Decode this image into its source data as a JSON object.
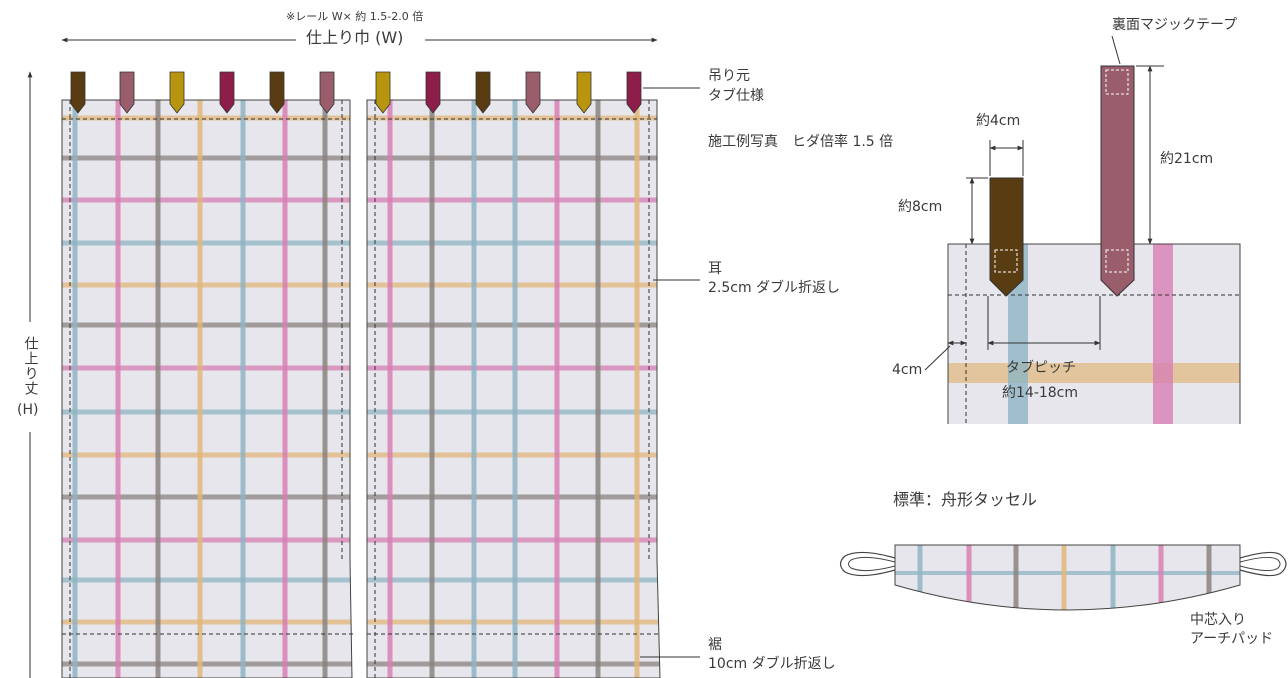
{
  "width_note": "※レール W× 約 1.5-2.0 倍",
  "width_label": "仕上り巾 (W)",
  "height_label": "仕上り丈",
  "height_sub": "(H)",
  "callouts": {
    "tab_title": "吊り元",
    "tab_sub": "タブ仕様",
    "photo_note": "施工例写真　ヒダ倍率 1.5 倍",
    "ear_title": "耳",
    "ear_sub": "2.5cm ダブル折返し",
    "hem_title": "裾",
    "hem_sub": "10cm ダブル折返し"
  },
  "detail": {
    "velcro_label": "裏面マジックテープ",
    "tab_width": "約4cm",
    "tab_length_short": "約8cm",
    "tab_length_long": "約21cm",
    "edge_margin": "4cm",
    "pitch_label": "タブピッチ",
    "pitch_value": "約14-18cm"
  },
  "tassel": {
    "title": "標準：舟形タッセル",
    "note_line1": "中芯入り",
    "note_line2": "アーチパッド"
  },
  "colors": {
    "fabric": "#e6e6ec",
    "blue": "#8fb4c4",
    "pink": "#d77fb4",
    "gray": "#8a8380",
    "orange": "#e0b67a",
    "tab_brown": "#5a3c12",
    "tab_rose": "#9a5d6c",
    "tab_mustard": "#b8950e",
    "tab_crimson": "#8e1d4a"
  },
  "tab_colors_left": [
    "tab_brown",
    "tab_rose",
    "tab_mustard",
    "tab_crimson",
    "tab_brown",
    "tab_rose"
  ],
  "tab_colors_right": [
    "tab_mustard",
    "tab_crimson",
    "tab_brown",
    "tab_rose",
    "tab_mustard",
    "tab_crimson"
  ]
}
